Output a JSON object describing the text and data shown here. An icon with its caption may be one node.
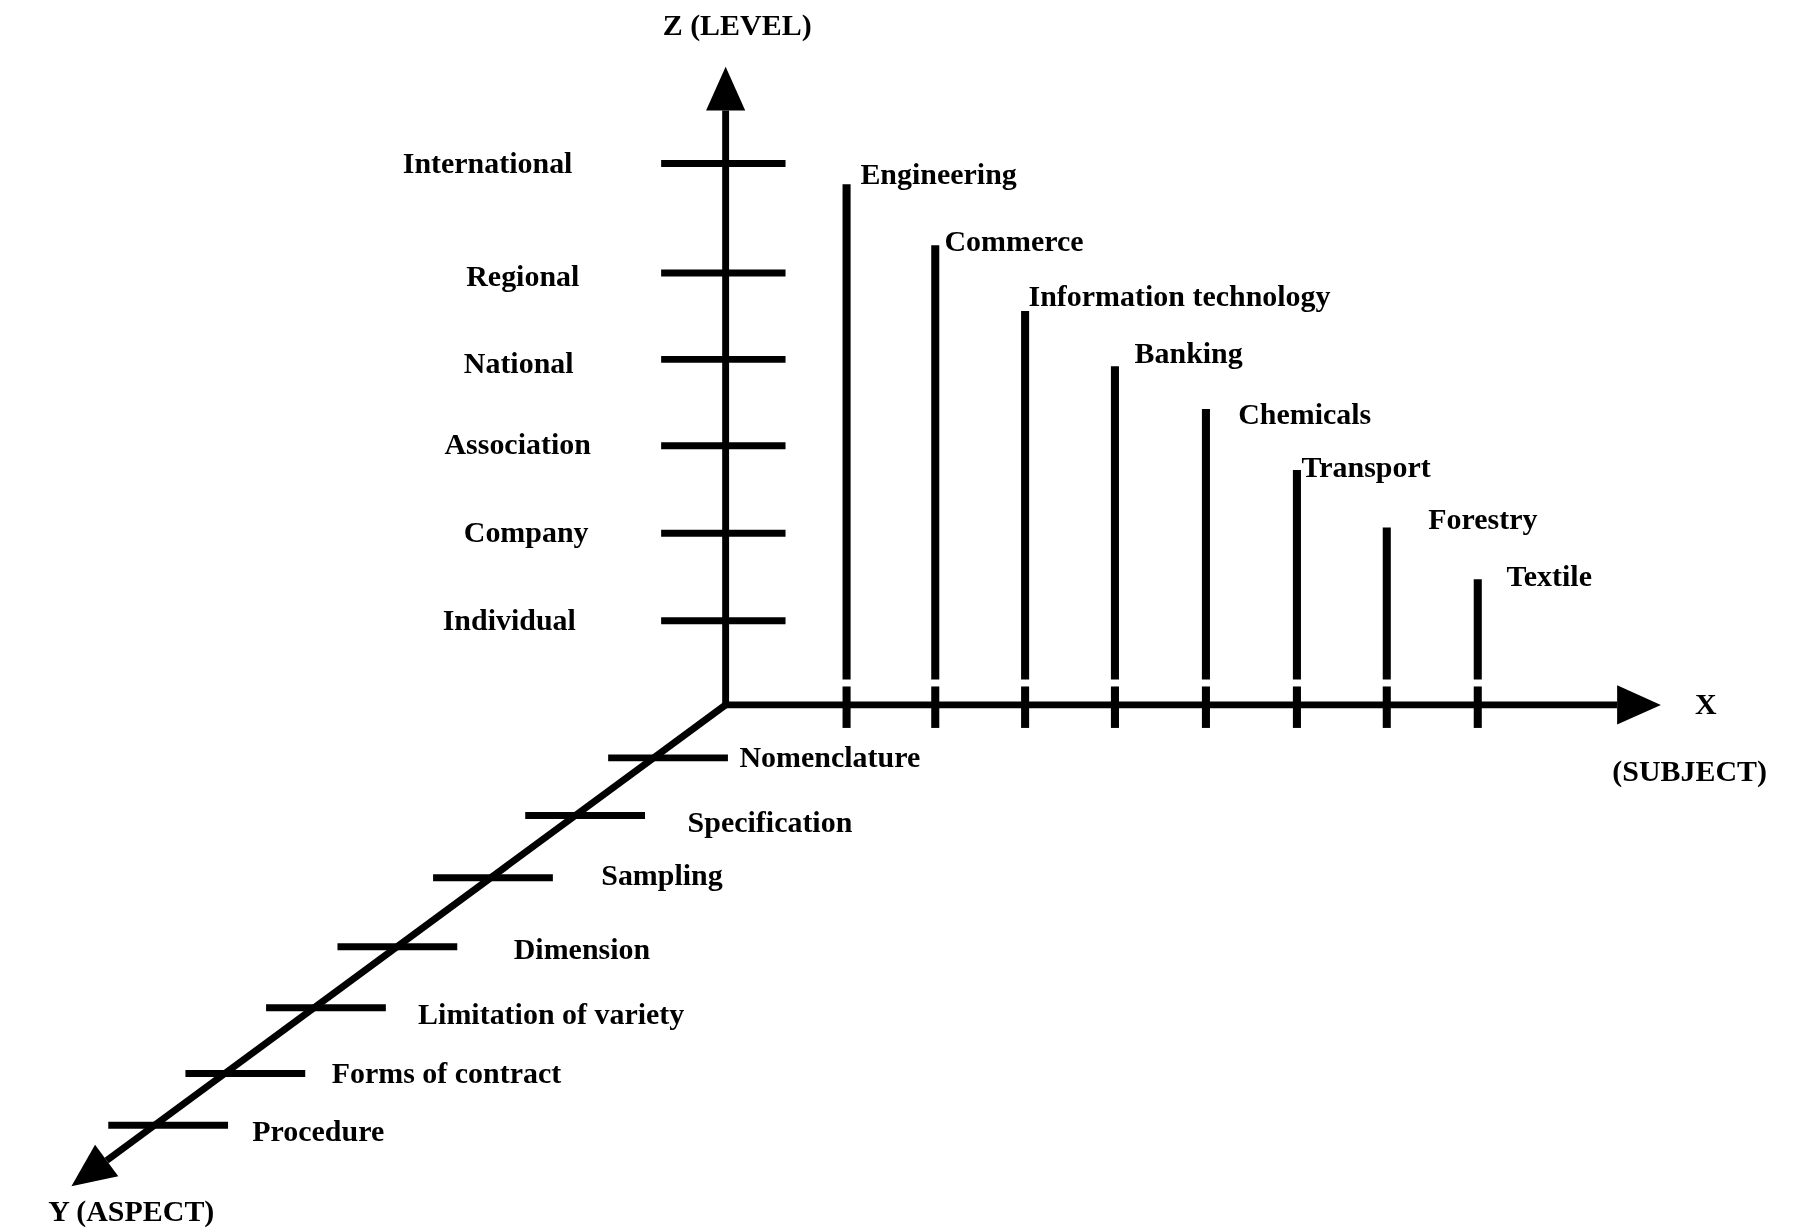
{
  "diagram": {
    "labels": [
      "Z (LEVEL)",
      "International",
      "Engineering",
      "Commerce",
      "Regional",
      "Information technology",
      "Banking",
      "National",
      "Chemicals",
      "Association",
      "Transport",
      "Forestry",
      "Company",
      "Textile",
      "Individual",
      "X",
      "Nomenclature",
      "(SUBJECT)",
      "Specification",
      "Sampling",
      "Dimension",
      "Limitation of variety",
      "Forms of contract",
      "Procedure",
      "Y (ASPECT)"
    ]
  }
}
